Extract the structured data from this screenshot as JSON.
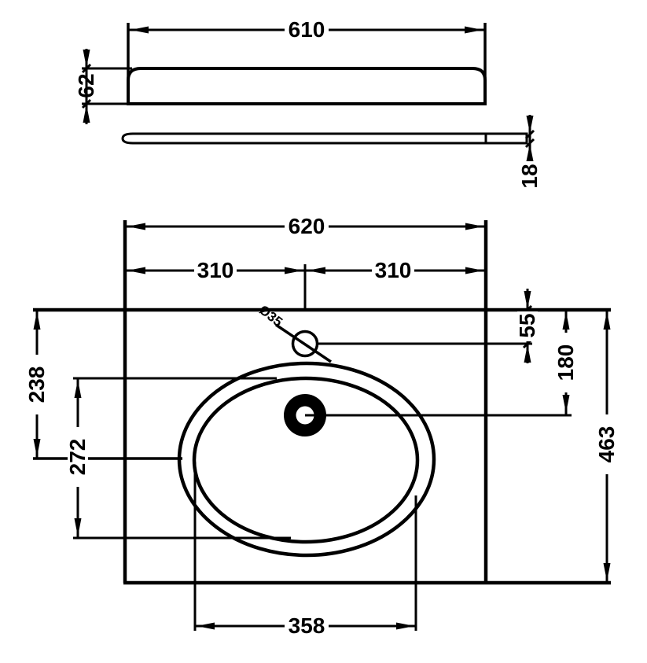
{
  "drawing": {
    "type": "technical-dimension-drawing",
    "subject": "countertop basin with tap and waste holes, front profile, slab edge profile and plan view",
    "colors": {
      "line": "#000000",
      "background": "#ffffff"
    },
    "labels": {
      "side_width": "610",
      "side_height": "62",
      "slab_thickness": "18",
      "plan_width": "620",
      "plan_half_left": "310",
      "plan_half_right": "310",
      "tap_hole_diameter": "Ø35",
      "tap_hole_from_top": "55",
      "drain_from_top": "180",
      "plan_depth": "463",
      "basin_center_from_top": "238",
      "basin_height": "272",
      "basin_width": "358"
    }
  }
}
